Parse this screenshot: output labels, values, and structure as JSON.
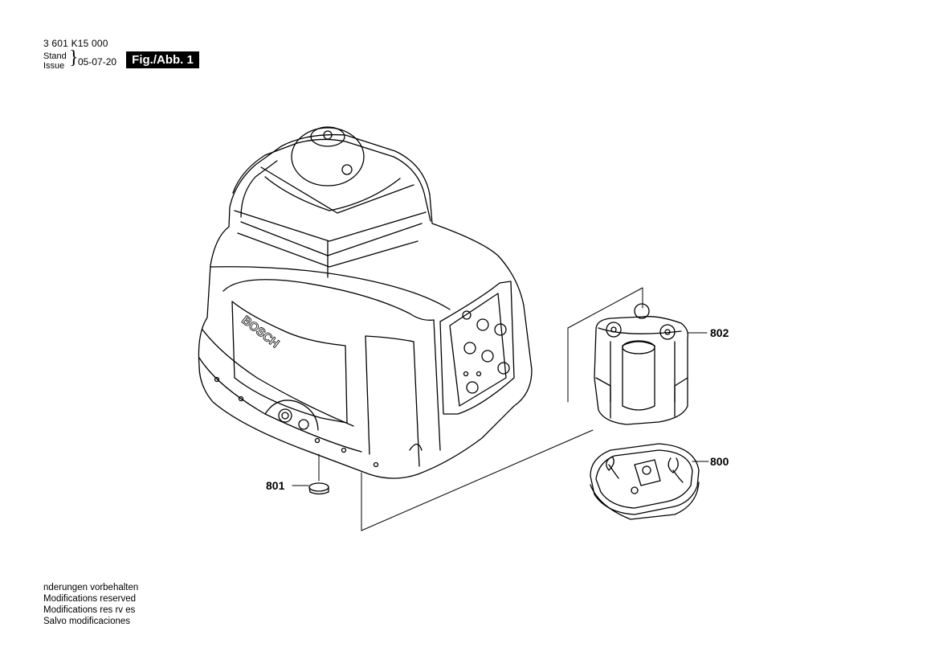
{
  "header": {
    "part_number": "3 601 K15 000",
    "stand_label": "Stand",
    "issue_label": "Issue",
    "date": "05-07-20",
    "figure_label": "Fig./Abb. 1"
  },
  "brand_text": "BOSCH",
  "parts": [
    {
      "number": "802"
    },
    {
      "number": "800"
    },
    {
      "number": "801"
    }
  ],
  "footer": {
    "lines": [
      "nderungen vorbehalten",
      "Modifications reserved",
      "Modifications res rv es",
      "Salvo modificaciones"
    ]
  }
}
